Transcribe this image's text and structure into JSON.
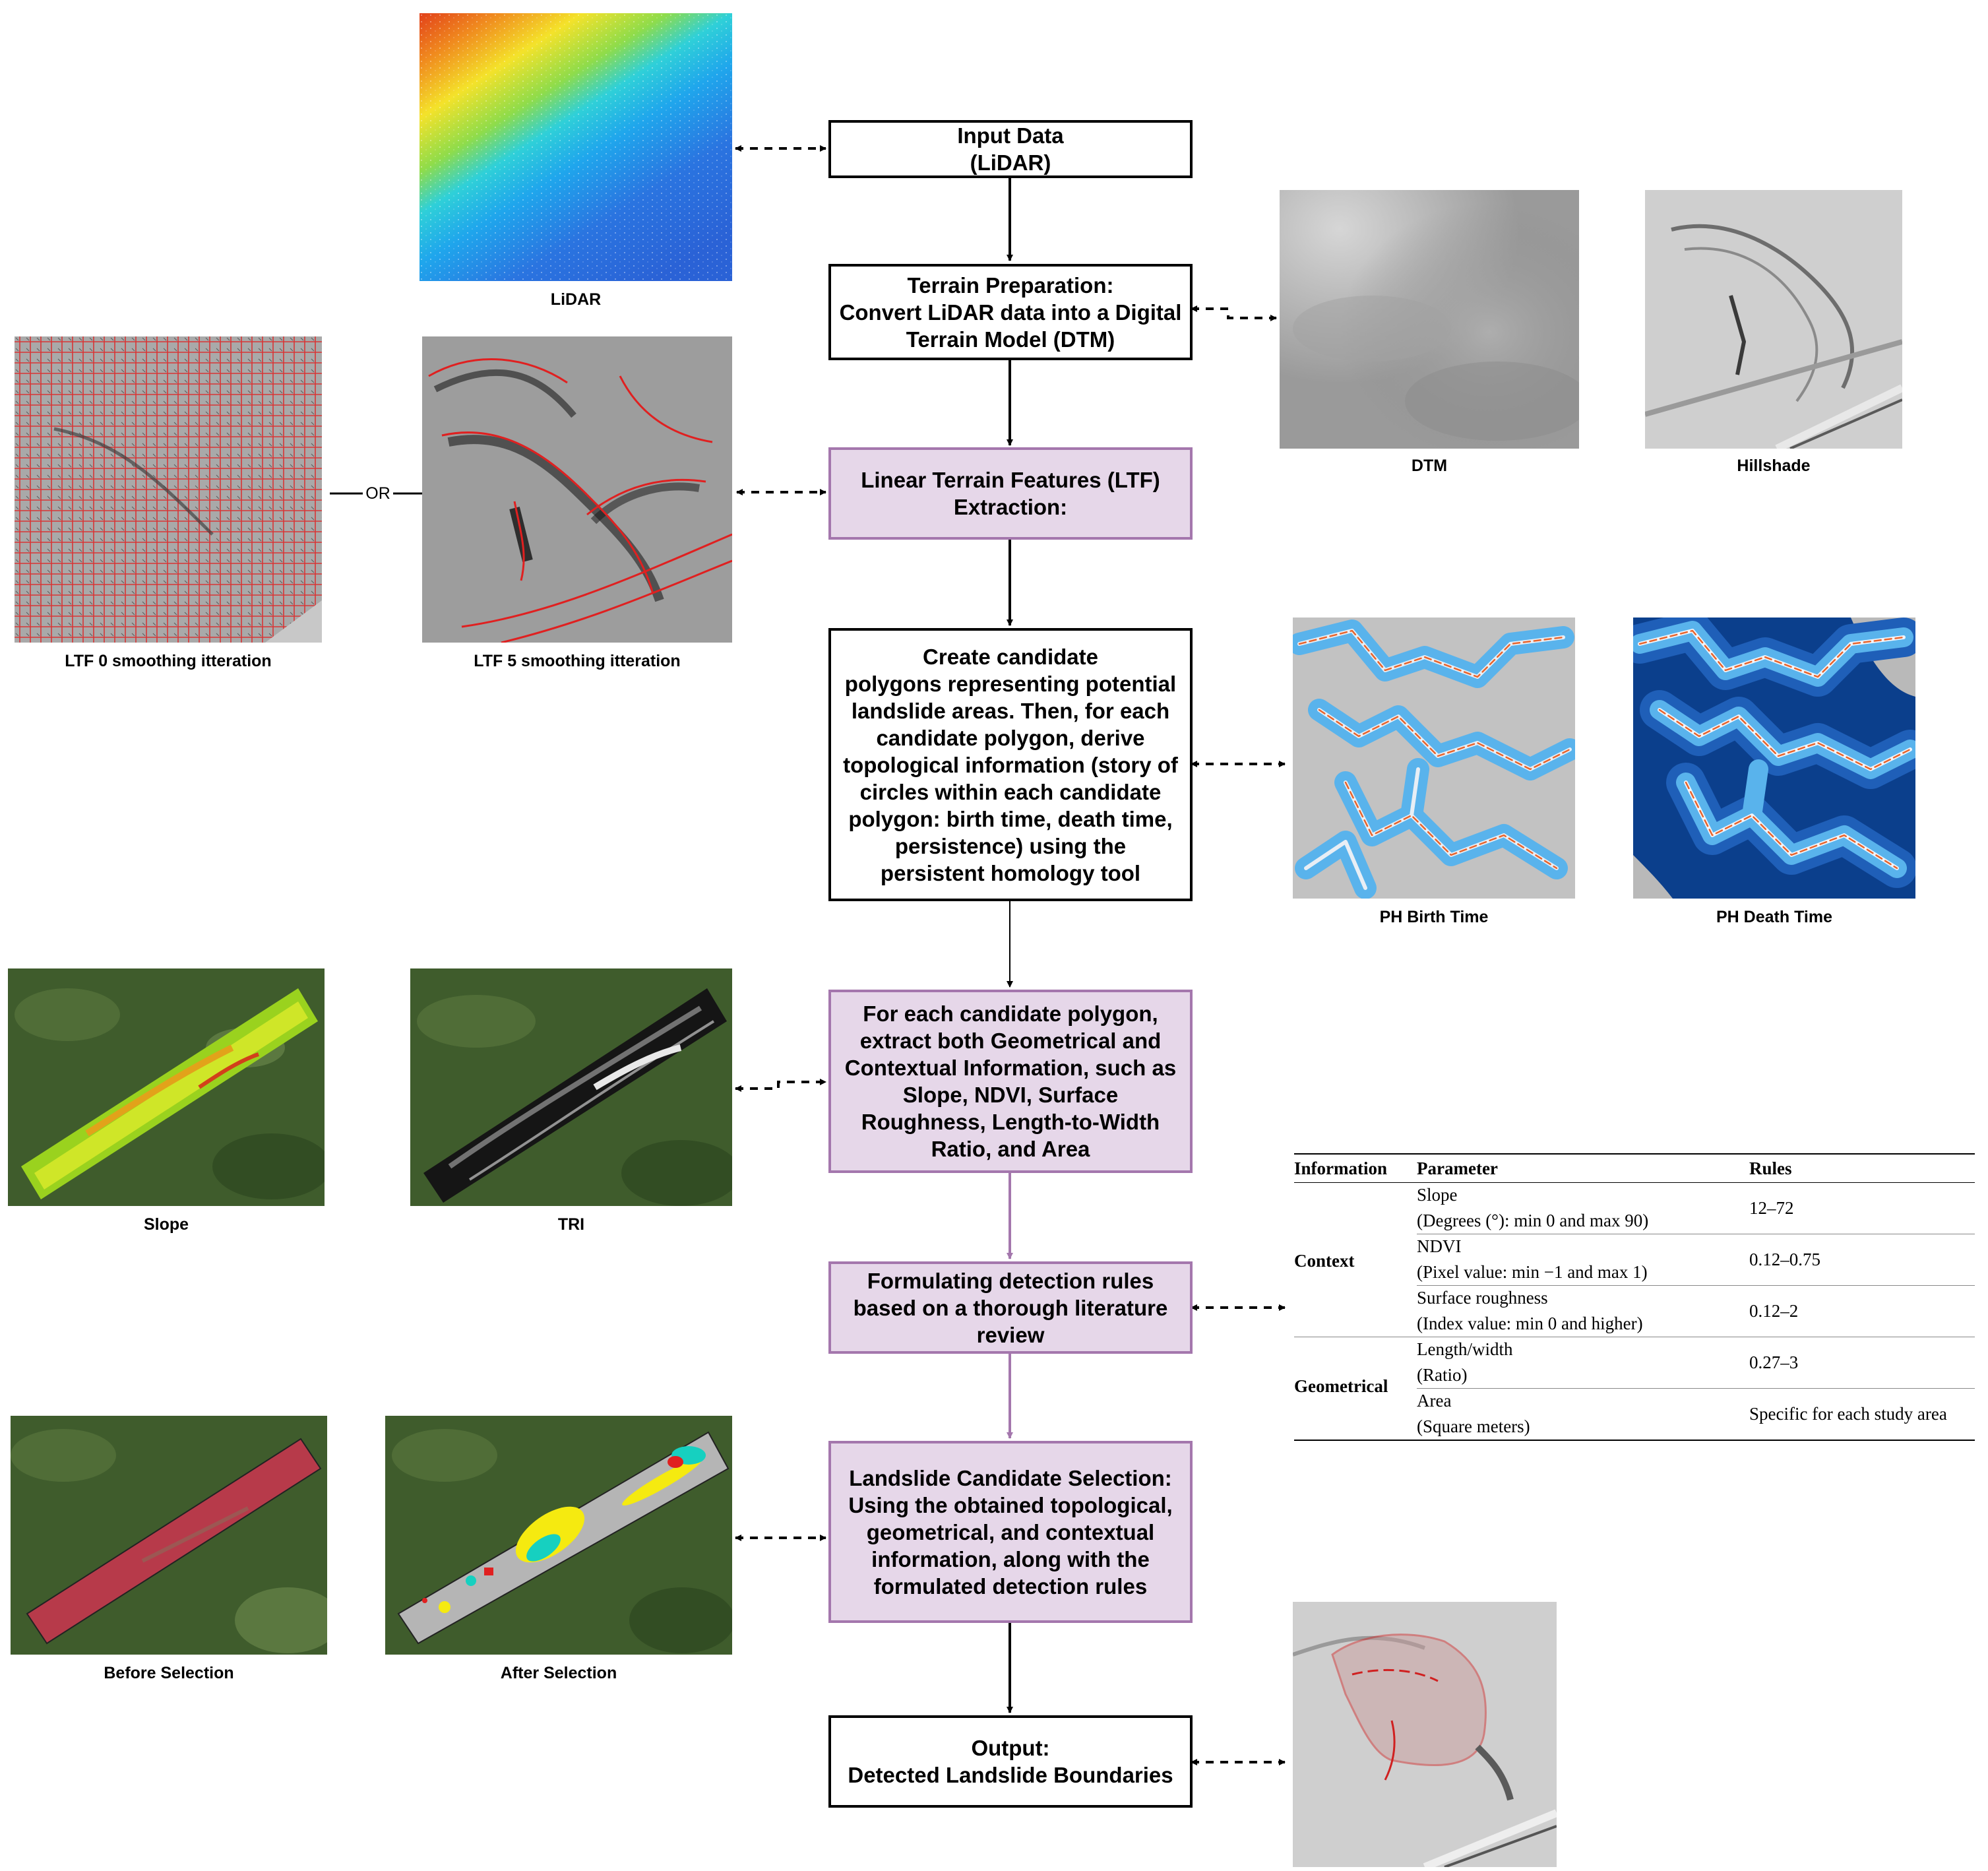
{
  "flow": {
    "input": "Input Data\n(LiDAR)",
    "terrain": "Terrain Preparation:\nConvert LiDAR data into a Digital\nTerrain Model (DTM)",
    "ltf": "Linear Terrain Features (LTF)\nExtraction:",
    "candidate": "Create candidate\npolygons representing potential\nlandslide areas. Then, for each\ncandidate polygon, derive\ntopological information (story of\ncircles within each candidate\npolygon: birth time, death time,\npersistence)  using the\npersistent homology tool",
    "extract": "For each candidate polygon,\nextract both Geometrical and\nContextual Information, such as\nSlope, NDVI, Surface\nRoughness, Length-to-Width\nRatio, and Area",
    "rules": "Formulating detection rules\nbased on a thorough literature\nreview",
    "selection": "Landslide Candidate Selection:\nUsing the obtained topological,\ngeometrical, and contextual\ninformation, along with the\nformulated detection rules",
    "output": "Output:\nDetected Landslide Boundaries"
  },
  "captions": {
    "lidar": "LiDAR",
    "dtm": "DTM",
    "hillshade": "Hillshade",
    "ltf0": "LTF 0 smoothing itteration",
    "ltf5": "LTF 5 smoothing itteration",
    "or": "OR",
    "ph_birth": "PH Birth Time",
    "ph_death": "PH Death Time",
    "slope": "Slope",
    "tri": "TRI",
    "before": "Before Selection",
    "after": "After Selection"
  },
  "rules_table": {
    "headers": [
      "Information",
      "Parameter",
      "Rules"
    ],
    "groups": [
      {
        "information": "Context",
        "rows": [
          {
            "parameter": "Slope\n(Degrees (°): min 0 and max 90)",
            "rule": "12–72"
          },
          {
            "parameter": "NDVI\n(Pixel value: min −1 and max 1)",
            "rule": "0.12–0.75"
          },
          {
            "parameter": "Surface roughness\n(Index value: min 0 and higher)",
            "rule": "0.12–2"
          }
        ]
      },
      {
        "information": "Geometrical",
        "rows": [
          {
            "parameter": "Length/width\n(Ratio)",
            "rule": "0.27–3"
          },
          {
            "parameter": "Area\n(Square meters)",
            "rule": "Specific for each study area"
          }
        ]
      }
    ]
  },
  "colors": {
    "box_border": "#000000",
    "purple_fill": "#e6d7e9",
    "purple_border": "#a477ad",
    "purple_arrow": "#a477ad",
    "ltf_red": "#e02020",
    "ph_blue": "#59b3ec",
    "ph_dark": "#0b3f8c",
    "landslide_red": "#b73a4a"
  },
  "icons": [
    "lidar-image",
    "dtm-image",
    "hillshade-image",
    "ltf-image",
    "ph-image",
    "satellite-image",
    "landslide-outline-image"
  ]
}
